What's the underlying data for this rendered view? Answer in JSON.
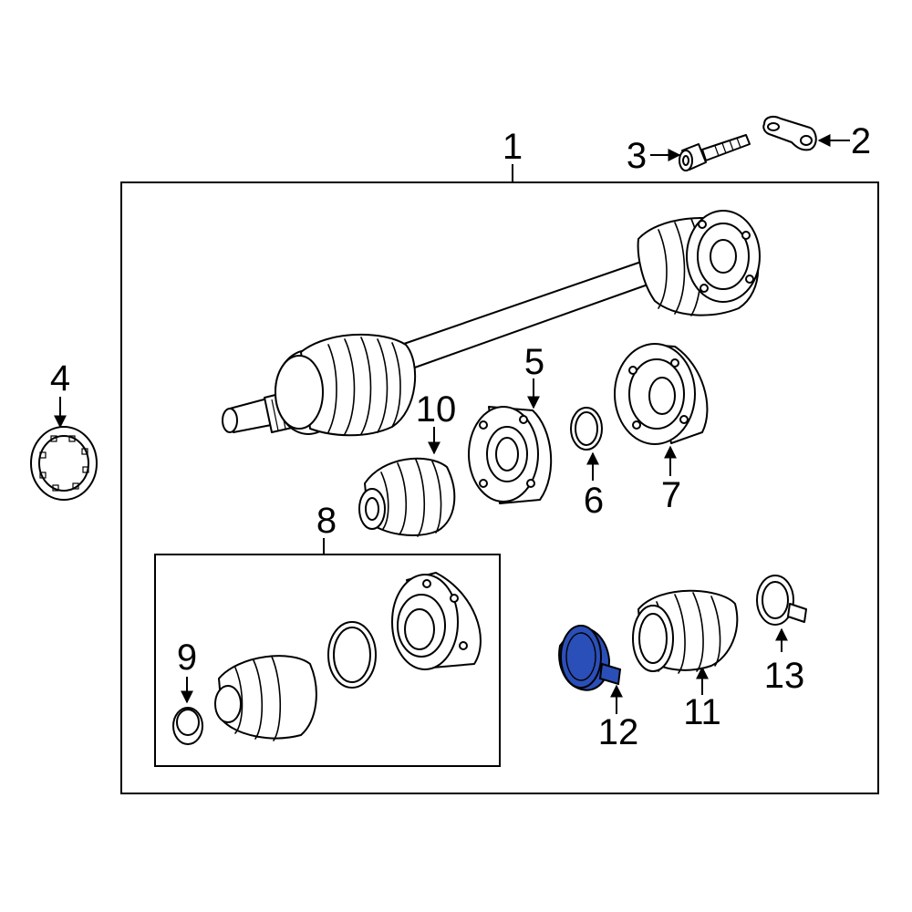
{
  "colors": {
    "line": "#000000",
    "background": "#ffffff",
    "highlight": "#2b4fb8"
  },
  "highlighted_callout": "12",
  "callouts": [
    {
      "id": "c1",
      "label": "1"
    },
    {
      "id": "c2",
      "label": "2"
    },
    {
      "id": "c3",
      "label": "3"
    },
    {
      "id": "c4",
      "label": "4"
    },
    {
      "id": "c5",
      "label": "5"
    },
    {
      "id": "c6",
      "label": "6"
    },
    {
      "id": "c7",
      "label": "7"
    },
    {
      "id": "c8",
      "label": "8"
    },
    {
      "id": "c9",
      "label": "9"
    },
    {
      "id": "c10",
      "label": "10"
    },
    {
      "id": "c11",
      "label": "11"
    },
    {
      "id": "c12",
      "label": "12"
    },
    {
      "id": "c13",
      "label": "13"
    }
  ]
}
